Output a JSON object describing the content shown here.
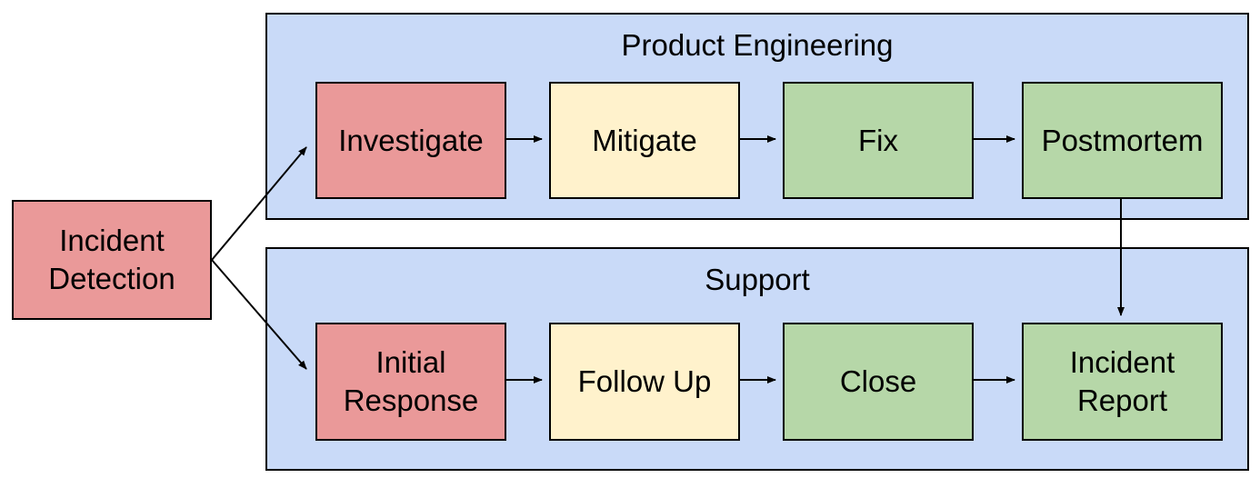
{
  "diagram": {
    "type": "flowchart",
    "source_node": {
      "id": "incident-detection",
      "label": "Incident Detection",
      "color": "#ea9999"
    },
    "lanes": [
      {
        "id": "product-engineering",
        "title": "Product Engineering",
        "color": "#c9daf8",
        "nodes": [
          {
            "id": "investigate",
            "label": "Investigate",
            "color": "#ea9999"
          },
          {
            "id": "mitigate",
            "label": "Mitigate",
            "color": "#fff2cc"
          },
          {
            "id": "fix",
            "label": "Fix",
            "color": "#b6d7a8"
          },
          {
            "id": "postmortem",
            "label": "Postmortem",
            "color": "#b6d7a8"
          }
        ]
      },
      {
        "id": "support",
        "title": "Support",
        "color": "#c9daf8",
        "nodes": [
          {
            "id": "initial-response",
            "label": "Initial Response",
            "color": "#ea9999"
          },
          {
            "id": "follow-up",
            "label": "Follow Up",
            "color": "#fff2cc"
          },
          {
            "id": "close",
            "label": "Close",
            "color": "#b6d7a8"
          },
          {
            "id": "incident-report",
            "label": "Incident Report",
            "color": "#b6d7a8"
          }
        ]
      }
    ],
    "edges": [
      {
        "from": "Incident Detection",
        "to": "Investigate"
      },
      {
        "from": "Incident Detection",
        "to": "Initial Response"
      },
      {
        "from": "Investigate",
        "to": "Mitigate"
      },
      {
        "from": "Mitigate",
        "to": "Fix"
      },
      {
        "from": "Fix",
        "to": "Postmortem"
      },
      {
        "from": "Postmortem",
        "to": "Incident Report"
      },
      {
        "from": "Initial Response",
        "to": "Follow Up"
      },
      {
        "from": "Follow Up",
        "to": "Close"
      },
      {
        "from": "Close",
        "to": "Incident Report"
      }
    ],
    "colors": {
      "stage_start": "#ea9999",
      "stage_middle": "#fff2cc",
      "stage_done": "#b6d7a8",
      "lane_background": "#c9daf8",
      "border": "#000000",
      "arrow": "#000000",
      "text": "#000000",
      "page_background": "#ffffff"
    }
  }
}
